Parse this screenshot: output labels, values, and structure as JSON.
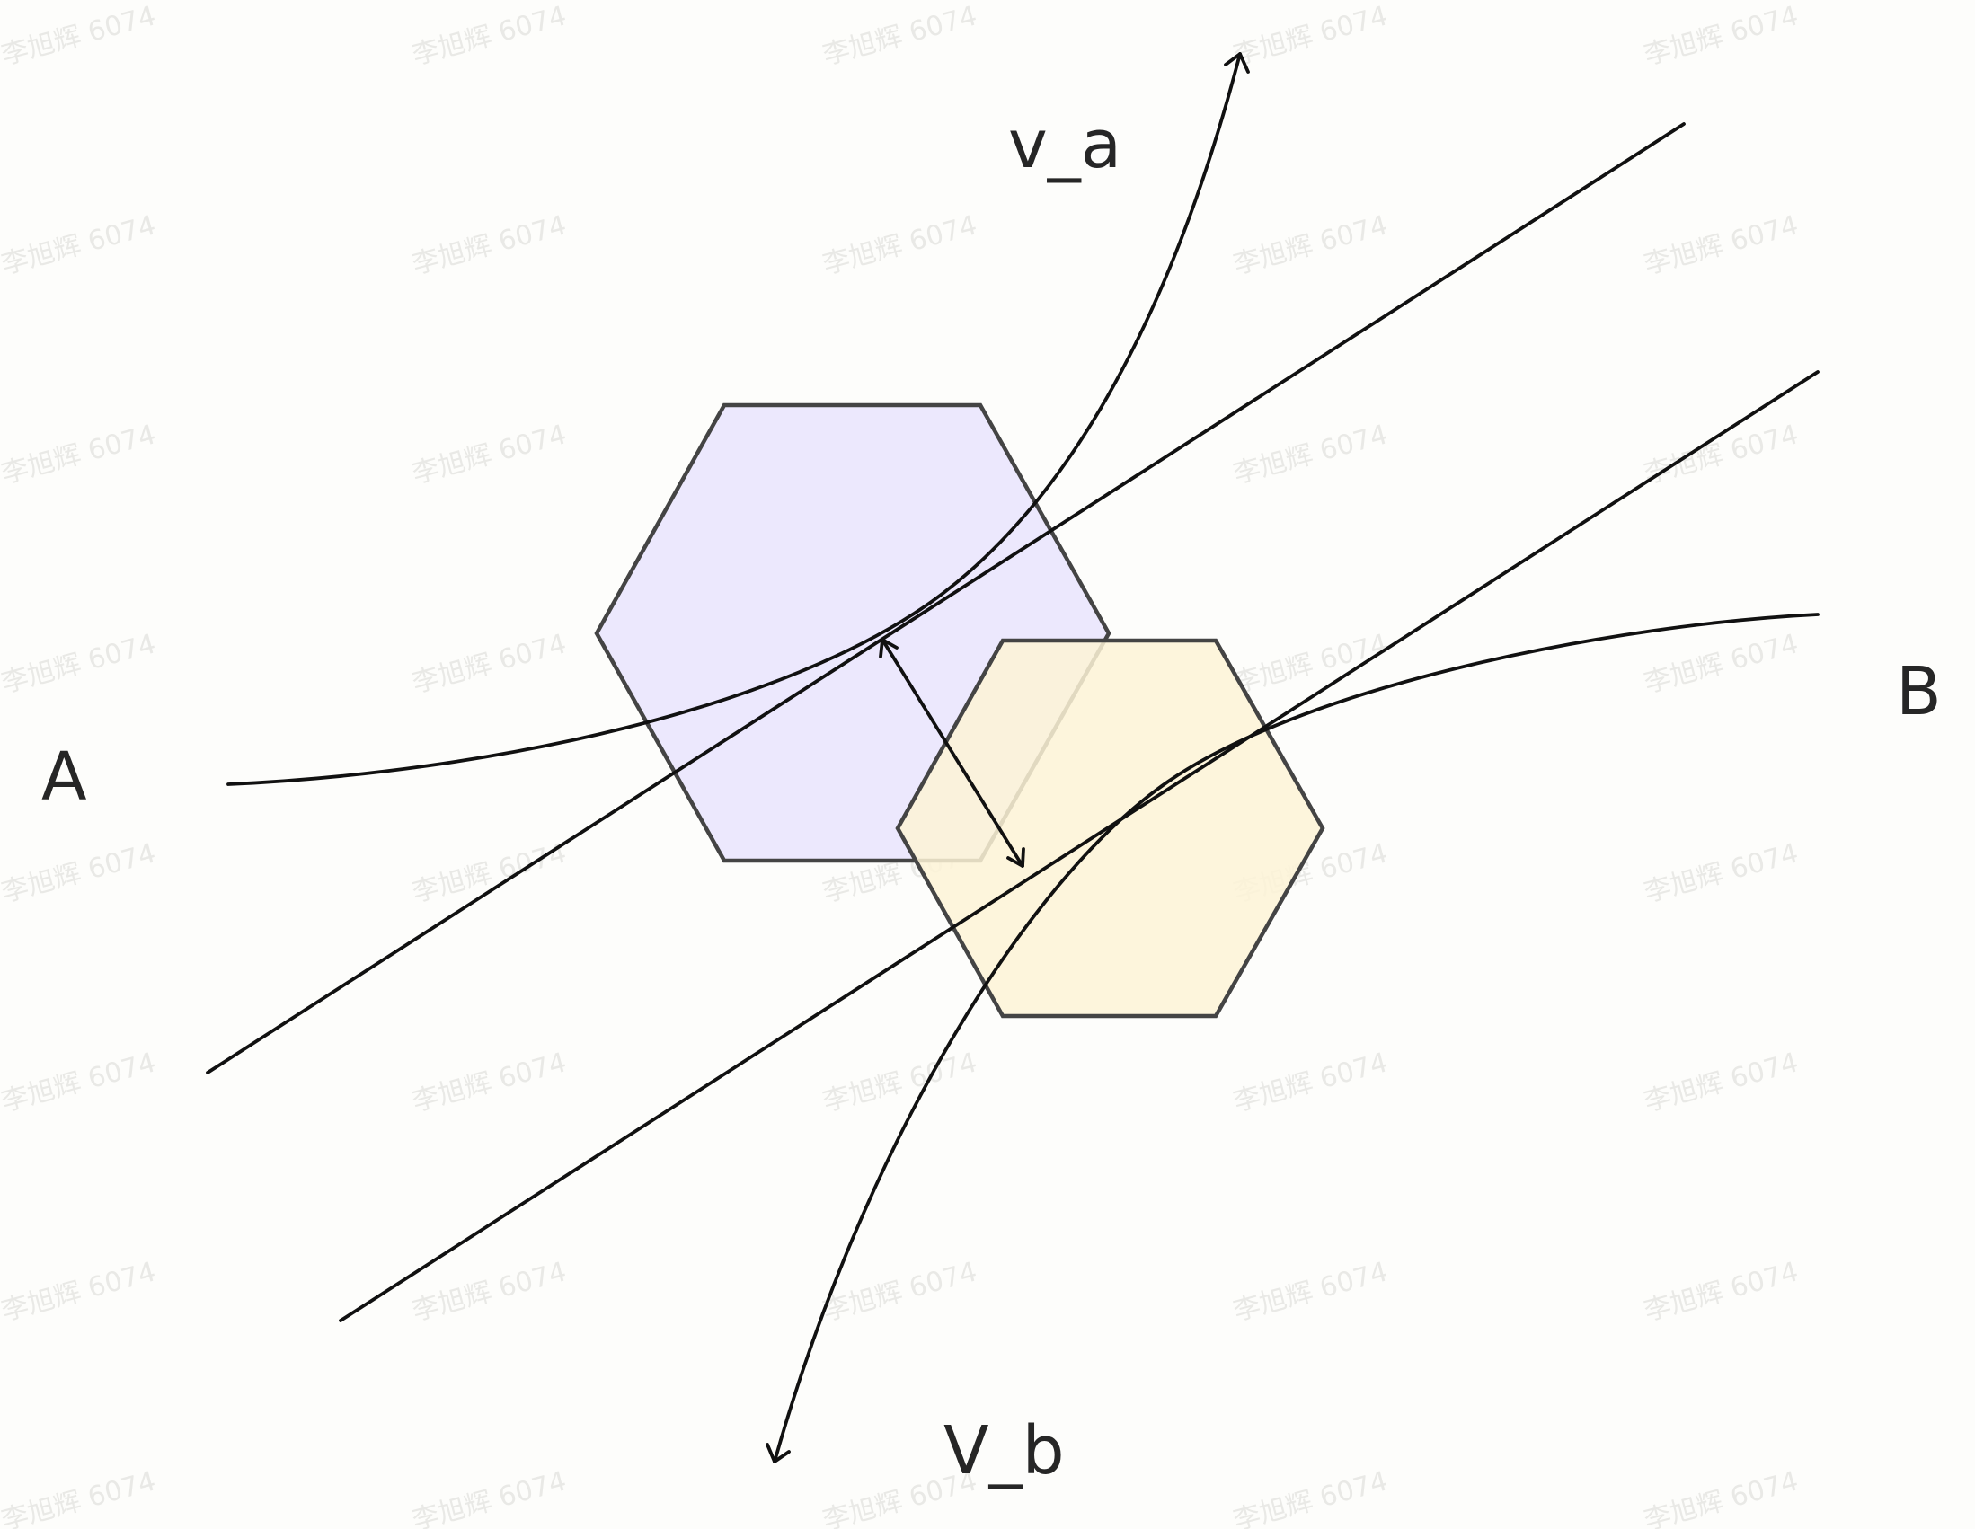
{
  "watermark": {
    "text": "李旭辉 6074",
    "color": "#e9e9e6"
  },
  "labels": {
    "a": "A",
    "b": "B",
    "v_a": "v_a",
    "v_b": "V_b"
  },
  "shapes": {
    "hexagon_a": {
      "fill": "#ece8fd",
      "stroke": "#444444"
    },
    "hexagon_b": {
      "fill": "#fdf3d6",
      "stroke": "#444444"
    }
  },
  "colors": {
    "background": "#fdfdfb",
    "line": "#111111",
    "text": "#262626"
  }
}
